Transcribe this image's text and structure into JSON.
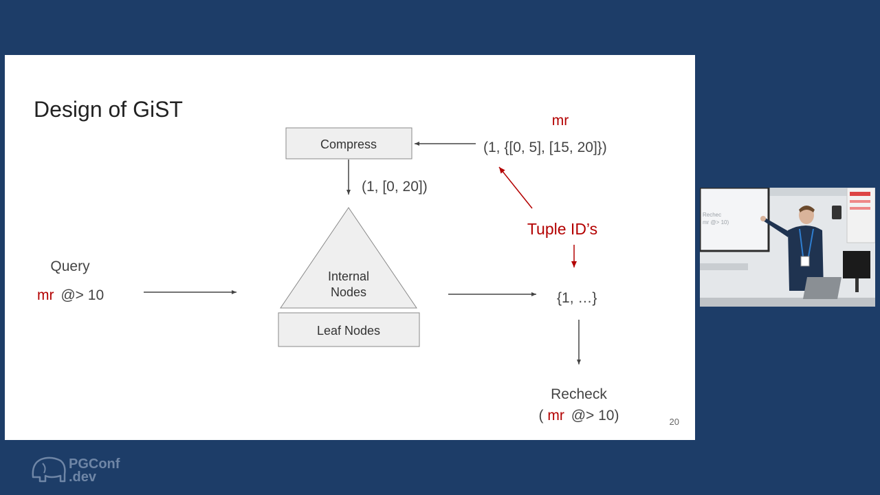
{
  "slide": {
    "title": "Design of GiST",
    "page_number": "20",
    "compress_box": "Compress",
    "mr_top": "mr",
    "input_tuple": "(1, {[0, 5], [15, 20]})",
    "compressed_tuple": "(1, [0, 20])",
    "tuple_ids_label": "Tuple ID’s",
    "query_label": "Query",
    "query_mr": "mr",
    "query_rest": "@> 10",
    "internal_nodes_line1": "Internal",
    "internal_nodes_line2": "Nodes",
    "leaf_nodes": "Leaf Nodes",
    "result_set": "{1, …}",
    "recheck_label": "Recheck",
    "recheck_open": "(",
    "recheck_mr": "mr",
    "recheck_rest": "@> 10)"
  },
  "colors": {
    "slide_bg": "#ffffff",
    "page_bg": "#1d3d68",
    "accent_red": "#b30000",
    "text_gray": "#444444",
    "box_fill": "#efefef"
  },
  "webcam": {
    "slide_excerpt_line1": "Rechec",
    "slide_excerpt_line2": "mr @> 10)"
  },
  "footer": {
    "logo_line1": "PGConf",
    "logo_line2": ".dev"
  }
}
